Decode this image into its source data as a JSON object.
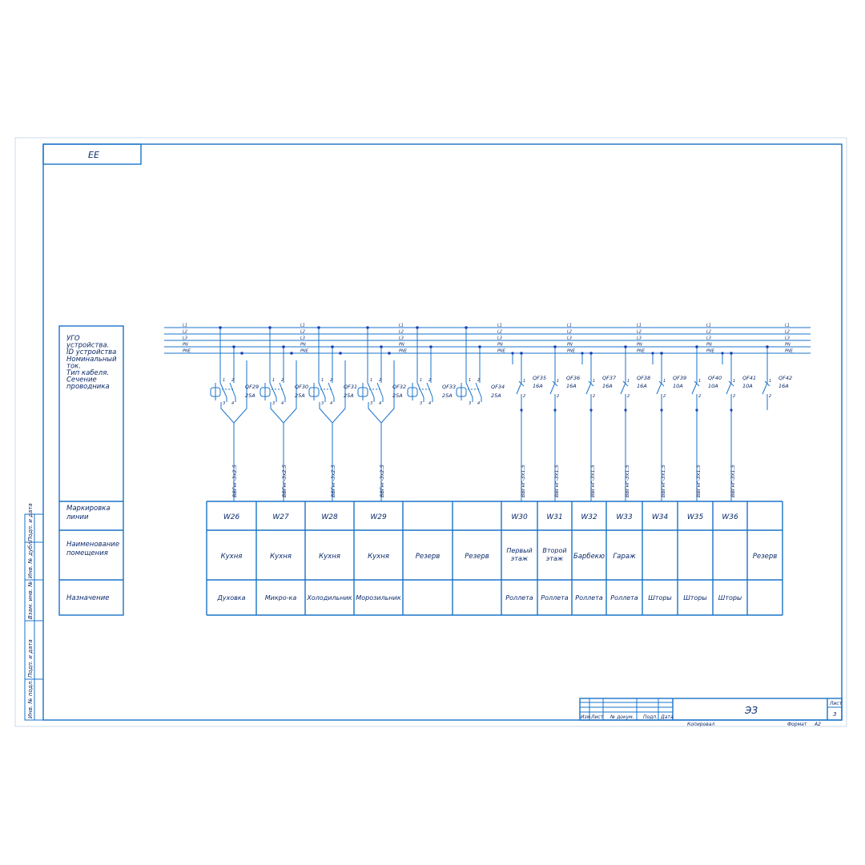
{
  "sheet": {
    "corner_label": "ЕЕ",
    "left_header": [
      "УГО",
      "устройства.",
      "ID устройства",
      "Номинальный",
      "ток.",
      "Тип кабеля.",
      "Сечение",
      "проводника"
    ],
    "row_labels": [
      [
        "Маркировка",
        "линии"
      ],
      [
        "Наименование",
        "помещения"
      ],
      [
        "Назначение"
      ]
    ],
    "margin_labels": [
      "Подп. и дата",
      "Инв. № дубл.",
      "Взам. инв. №",
      "Подп. и дата",
      "Инв. № подл."
    ]
  },
  "bus": {
    "labels": [
      "L1",
      "L2",
      "L3",
      "PN",
      "PNE"
    ]
  },
  "circuits": [
    {
      "id": "QF29",
      "rating": "25A",
      "cable": "ВВГнг-3х2,5",
      "line": "W26",
      "room": "Кухня",
      "purpose": "Духовка",
      "type": "rcd"
    },
    {
      "id": "QF30",
      "rating": "25A",
      "cable": "ВВГнг-3х2,5",
      "line": "W27",
      "room": "Кухня",
      "purpose": "Микро-ка",
      "type": "rcd"
    },
    {
      "id": "QF31",
      "rating": "25A",
      "cable": "ВВГнг-3х2,5",
      "line": "W28",
      "room": "Кухня",
      "purpose": "Холодильник",
      "type": "rcd"
    },
    {
      "id": "QF32",
      "rating": "25A",
      "cable": "ВВГнг-3х2,5",
      "line": "W29",
      "room": "Кухня",
      "purpose": "Морозильник",
      "type": "rcd"
    },
    {
      "id": "QF33",
      "rating": "25A",
      "cable": "",
      "line": "",
      "room": "Резерв",
      "purpose": "",
      "type": "rcd"
    },
    {
      "id": "QF34",
      "rating": "25A",
      "cable": "",
      "line": "",
      "room": "Резерв",
      "purpose": "",
      "type": "rcd"
    },
    {
      "id": "QF35",
      "rating": "16A",
      "cable": "ВВГнг-3х1,5",
      "line": "W30",
      "room": "Первый этаж",
      "purpose": "Роллета",
      "type": "breaker"
    },
    {
      "id": "QF36",
      "rating": "16A",
      "cable": "ВВГнг-3х1,5",
      "line": "W31",
      "room": "Второй этаж",
      "purpose": "Роллета",
      "type": "breaker"
    },
    {
      "id": "QF37",
      "rating": "16A",
      "cable": "ВВГнг-3х1,5",
      "line": "W32",
      "room": "Барбекю",
      "purpose": "Роллета",
      "type": "breaker"
    },
    {
      "id": "QF38",
      "rating": "16A",
      "cable": "ВВГнг-3х1,5",
      "line": "W33",
      "room": "Гараж",
      "purpose": "Роллета",
      "type": "breaker"
    },
    {
      "id": "QF39",
      "rating": "10A",
      "cable": "ВВГнг-3х1,5",
      "line": "W34",
      "room": "",
      "purpose": "Шторы",
      "type": "breaker"
    },
    {
      "id": "QF40",
      "rating": "10A",
      "cable": "ВВГнг-3х1,5",
      "line": "W35",
      "room": "",
      "purpose": "Шторы",
      "type": "breaker"
    },
    {
      "id": "QF41",
      "rating": "10A",
      "cable": "ВВГнг-3х1,5",
      "line": "W36",
      "room": "",
      "purpose": "Шторы",
      "type": "breaker"
    },
    {
      "id": "QF42",
      "rating": "16A",
      "cable": "",
      "line": "",
      "room": "Резерв",
      "purpose": "",
      "type": "breaker"
    }
  ],
  "title_block": {
    "designation": "ЭЗ",
    "sheet_label": "Лист",
    "sheet_number": "3",
    "col_labels": [
      "Изм.",
      "Лист",
      "№ докум.",
      "Подп.",
      "Дата"
    ],
    "copied_label": "Копировал",
    "format_label": "Формат",
    "format_value": "А2"
  },
  "colors": {
    "line": "#1a73c8",
    "text": "#0b2a6b",
    "node": "#1a3fb0"
  }
}
